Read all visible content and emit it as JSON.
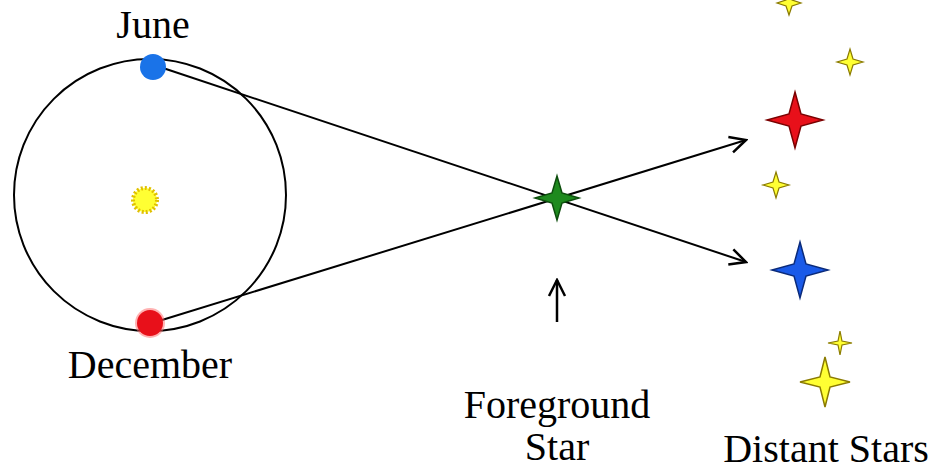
{
  "diagram": {
    "labels": [
      "June",
      "December",
      "Foreground Star",
      "Distant Stars"
    ]
  }
}
